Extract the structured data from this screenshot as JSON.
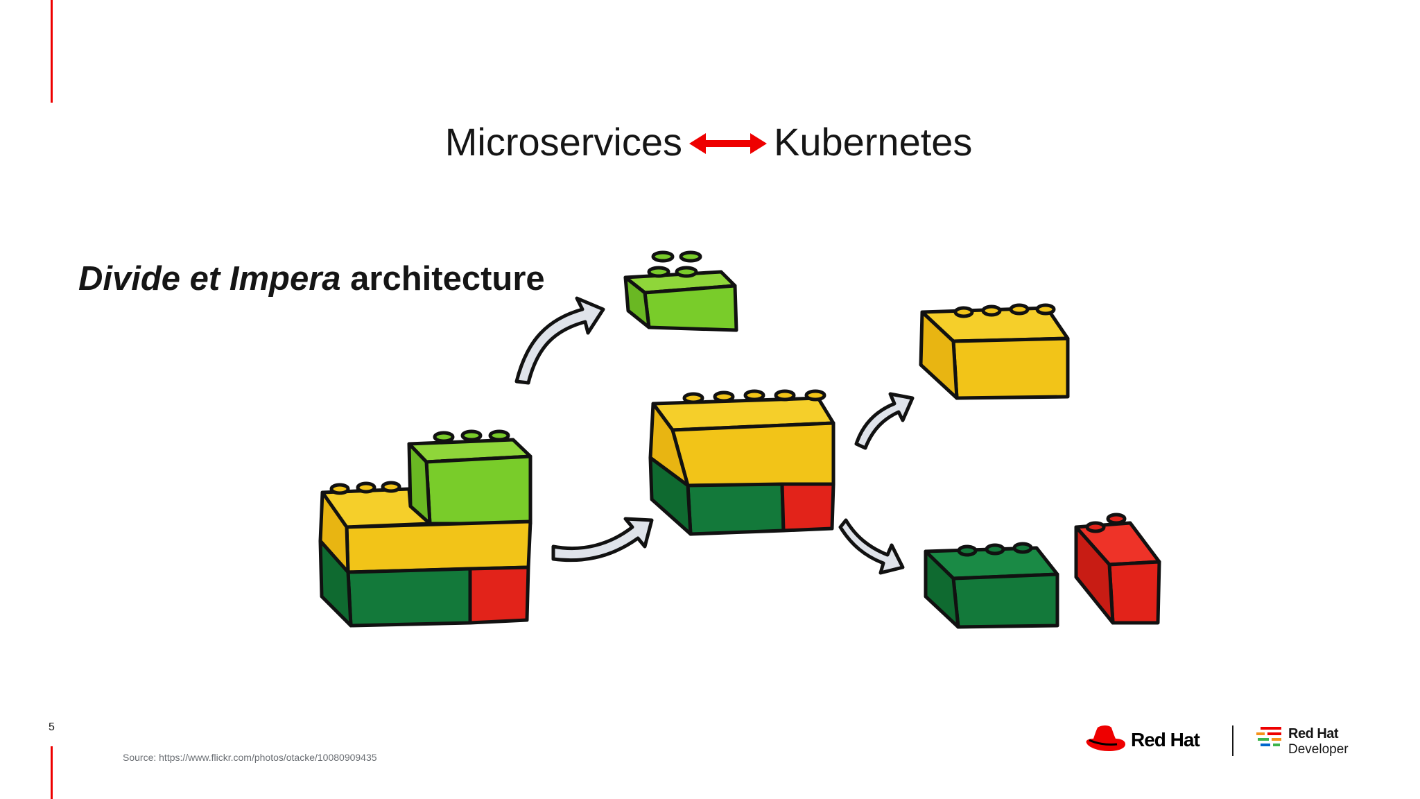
{
  "slide": {
    "page_number": "5",
    "title_left": "Microservices",
    "title_right": "Kubernetes",
    "subtitle_italic_1": "Divide et Impera",
    "subtitle_rest": " architecture",
    "source": "Source: https://www.flickr.com/photos/otacke/10080909435"
  },
  "branding": {
    "redhat_word": "Red Hat",
    "developer_line1": "Red Hat",
    "developer_line2": "Developer"
  },
  "colors": {
    "accent_red": "#ee0000",
    "yellow": "#f2c418",
    "light_green": "#79cc2a",
    "dark_green": "#13793a",
    "red": "#e2231a"
  },
  "icons": [
    "double-arrow-icon",
    "redhat-hat-icon",
    "developer-stripes-icon"
  ]
}
